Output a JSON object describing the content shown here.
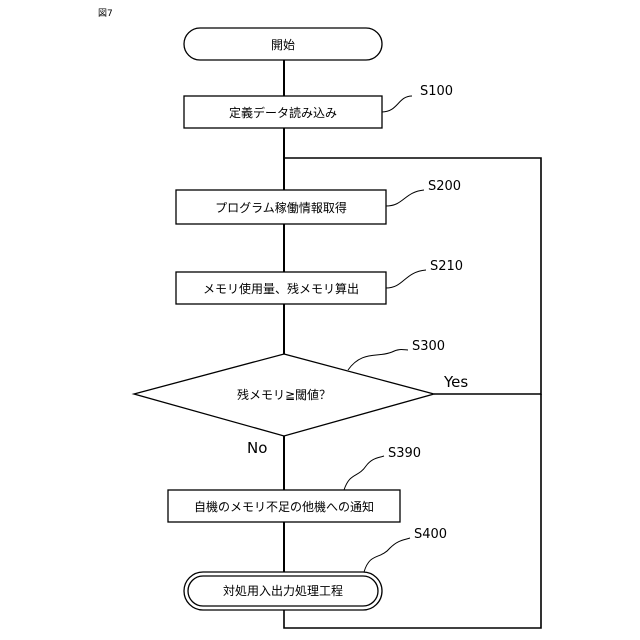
{
  "figure_label": "図7",
  "nodes": {
    "start": "開始",
    "define": "定義データ読み込み",
    "program_info": "プログラム稼働情報取得",
    "memory_calc": "メモリ使用量、残メモリ算出",
    "decision": "残メモリ≧閾値？",
    "notify": "自機のメモリ不足の他機への通知",
    "handling": "対処用入出力処理工程"
  },
  "steps": {
    "s100": "S100",
    "s200": "S200",
    "s210": "S210",
    "s300": "S300",
    "s390": "S390",
    "s400": "S400"
  },
  "branches": {
    "yes": "Yes",
    "no": "No"
  }
}
